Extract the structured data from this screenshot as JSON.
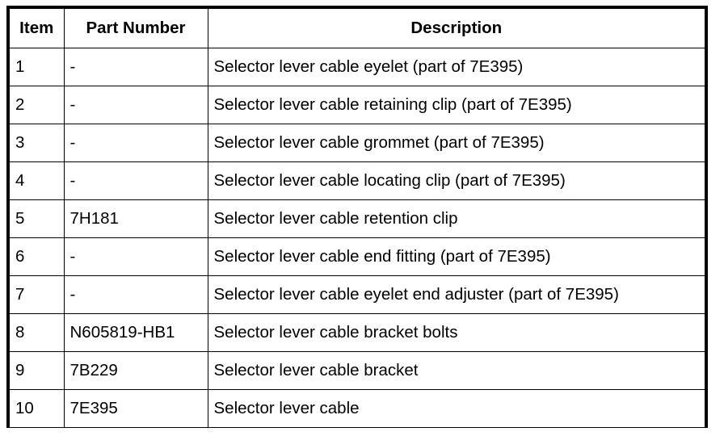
{
  "table": {
    "name": "parts-list",
    "columns": [
      {
        "key": "item",
        "label": "Item"
      },
      {
        "key": "part_number",
        "label": "Part Number"
      },
      {
        "key": "description",
        "label": "Description"
      }
    ],
    "rows": [
      {
        "item": "1",
        "part_number": "-",
        "description": "Selector lever cable eyelet (part of 7E395)"
      },
      {
        "item": "2",
        "part_number": "-",
        "description": "Selector lever cable retaining clip (part of 7E395)"
      },
      {
        "item": "3",
        "part_number": "-",
        "description": "Selector lever cable grommet (part of 7E395)"
      },
      {
        "item": "4",
        "part_number": "-",
        "description": "Selector lever cable locating clip (part of 7E395)"
      },
      {
        "item": "5",
        "part_number": "7H181",
        "description": "Selector lever cable retention clip"
      },
      {
        "item": "6",
        "part_number": "-",
        "description": "Selector lever cable end fitting (part of 7E395)"
      },
      {
        "item": "7",
        "part_number": "-",
        "description": "Selector lever cable eyelet end adjuster (part of 7E395)"
      },
      {
        "item": "8",
        "part_number": "N605819-HB1",
        "description": "Selector lever cable bracket bolts"
      },
      {
        "item": "9",
        "part_number": "7B229",
        "description": "Selector lever cable bracket"
      },
      {
        "item": "10",
        "part_number": "7E395",
        "description": "Selector lever cable"
      }
    ]
  },
  "style": {
    "border_color": "#000000",
    "background_color": "#ffffff",
    "text_color": "#000000"
  }
}
